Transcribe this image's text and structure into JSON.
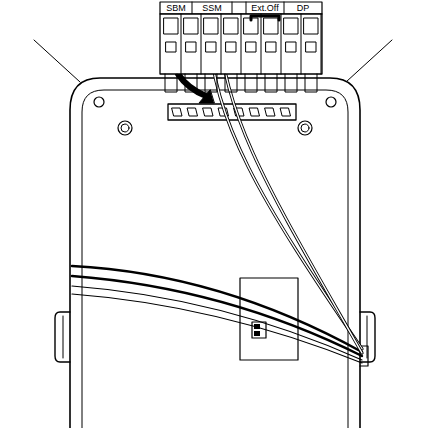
{
  "diagram": {
    "labels": [
      "SBM",
      "SSM",
      "Ext.Off",
      "DP"
    ]
  }
}
